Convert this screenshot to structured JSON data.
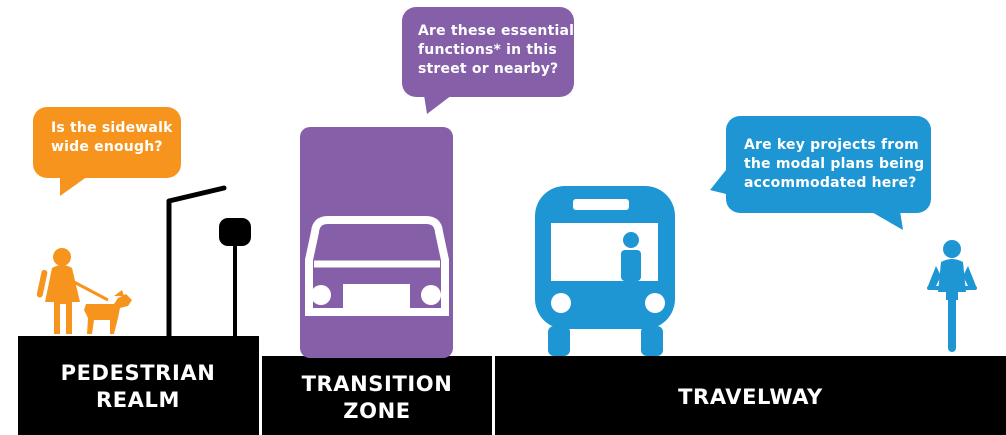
{
  "bubbles": {
    "sidewalk": {
      "lines": [
        "Is the sidewalk",
        "wide enough?"
      ],
      "color": "#f7941d"
    },
    "essential": {
      "lines": [
        "Are these essential",
        "functions* in this",
        "street or nearby?"
      ],
      "color": "#8560a8"
    },
    "modal": {
      "lines": [
        "Are key projects from",
        "the modal plans being",
        "accommodated here?"
      ],
      "color": "#1e96d4"
    }
  },
  "zones": {
    "pedestrian": {
      "lines": [
        "PEDESTRIAN",
        "REALM"
      ]
    },
    "transition": {
      "lines": [
        "TRANSITION",
        "ZONE"
      ]
    },
    "travelway": {
      "lines": [
        "TRAVELWAY"
      ]
    }
  },
  "icons": {
    "pedestrian": "person-walking-dog-icon",
    "streetlight": "streetlight-icon",
    "sign": "street-sign-icon",
    "truck": "delivery-truck-icon",
    "bus": "bus-icon",
    "cyclist": "cyclist-icon"
  },
  "colors": {
    "ground": "#000000",
    "orange": "#f7941d",
    "purple": "#8560a8",
    "blue": "#1e96d4"
  }
}
